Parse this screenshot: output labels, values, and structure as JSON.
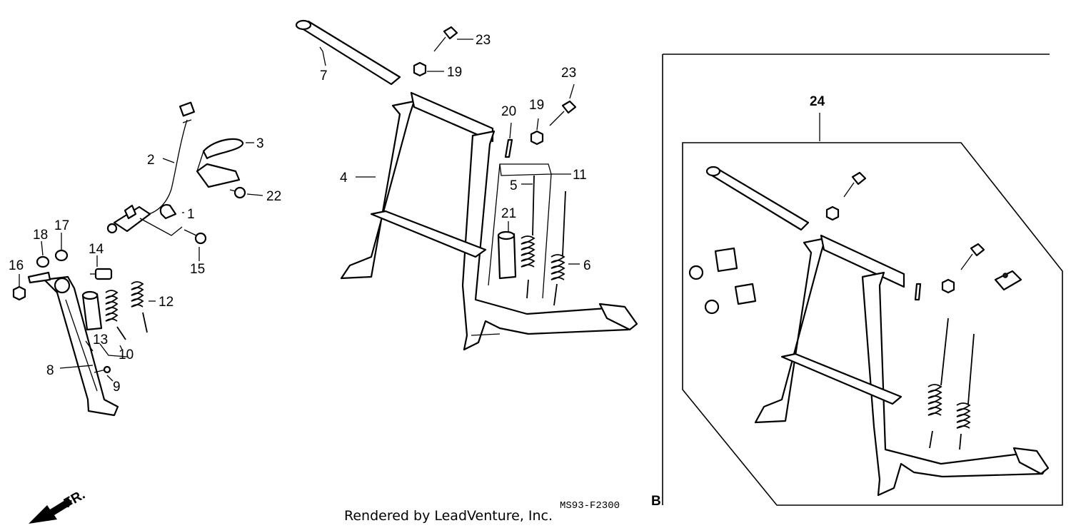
{
  "callouts": {
    "c1": "1",
    "c2": "2",
    "c3": "3",
    "c4": "4",
    "c5": "5",
    "c6": "6",
    "c7": "7",
    "c8": "8",
    "c9": "9",
    "c10": "10",
    "c11": "11",
    "c12": "12",
    "c13": "13",
    "c14": "14",
    "c15": "15",
    "c16": "16",
    "c17": "17",
    "c18": "18",
    "c19a": "19",
    "c19b": "19",
    "c20": "20",
    "c21": "21",
    "c22": "22",
    "c23a": "23",
    "c23b": "23",
    "c24": "24"
  },
  "front_arrow": "FR.",
  "drawing_code": "MS93-F2300",
  "drawing_code_suffix": "B",
  "credit": "Rendered by LeadVenture, Inc."
}
